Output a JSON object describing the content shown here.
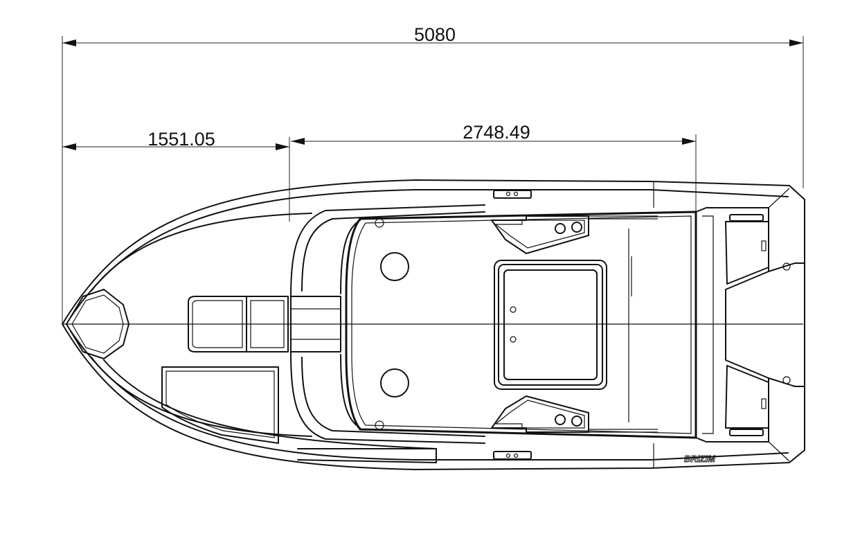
{
  "dimensions": {
    "overall_length": "5080",
    "bow_to_console": "1551.05",
    "cockpit_length": "2748.49"
  },
  "logo": {
    "text": "BRIZIM"
  }
}
